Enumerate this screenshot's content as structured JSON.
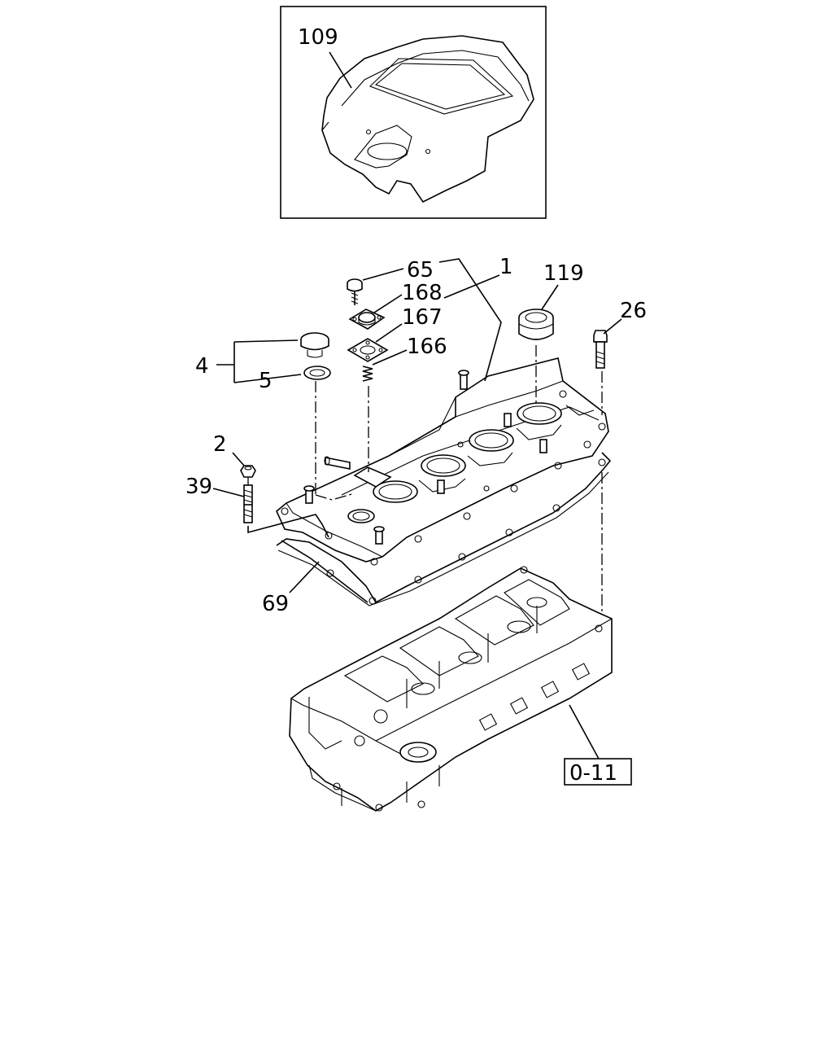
{
  "diagram": {
    "callouts": {
      "p109": "109",
      "p65": "65",
      "p1": "1",
      "p168": "168",
      "p167": "167",
      "p166": "166",
      "p119": "119",
      "p26": "26",
      "p4": "4",
      "p5": "5",
      "p2": "2",
      "p39": "39",
      "p69": "69"
    },
    "reference": "0-11"
  }
}
